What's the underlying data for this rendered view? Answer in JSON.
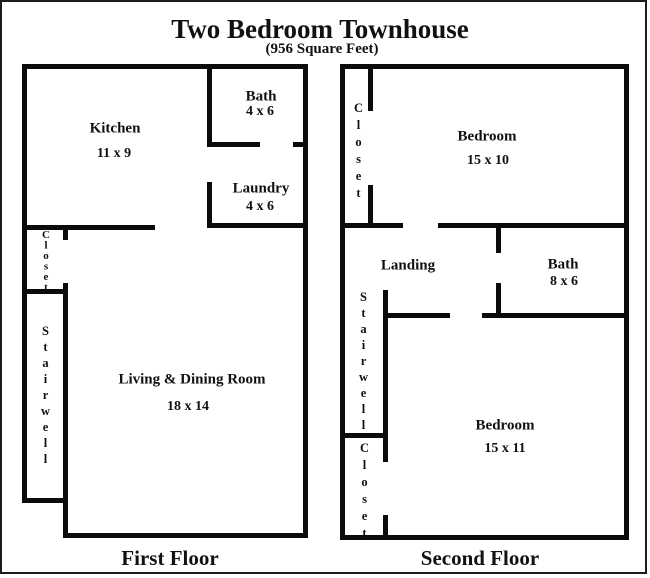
{
  "title": "Two Bedroom Townhouse",
  "subtitle": "(956 Square Feet)",
  "colors": {
    "wall": "#0b0b0b",
    "text": "#111111",
    "background": "#ffffff"
  },
  "first_floor": {
    "label": "First Floor",
    "rooms": {
      "kitchen": {
        "name": "Kitchen",
        "dims": "11 x 9"
      },
      "bath": {
        "name": "Bath",
        "dims": "4 x 6"
      },
      "laundry": {
        "name": "Laundry",
        "dims": "4 x 6"
      },
      "living": {
        "name": "Living & Dining Room",
        "dims": "18 x 14"
      },
      "closet": {
        "name": "Closet"
      },
      "stairwell": {
        "name": "Stairwell"
      }
    }
  },
  "second_floor": {
    "label": "Second Floor",
    "rooms": {
      "closet_top": {
        "name": "Closet"
      },
      "bedroom_top": {
        "name": "Bedroom",
        "dims": "15 x 10"
      },
      "landing": {
        "name": "Landing"
      },
      "bath": {
        "name": "Bath",
        "dims": "8 x 6"
      },
      "stairwell": {
        "name": "Stairwell"
      },
      "closet_bottom": {
        "name": "Closet"
      },
      "bedroom_bottom": {
        "name": "Bedroom",
        "dims": "15 x 11"
      }
    }
  }
}
